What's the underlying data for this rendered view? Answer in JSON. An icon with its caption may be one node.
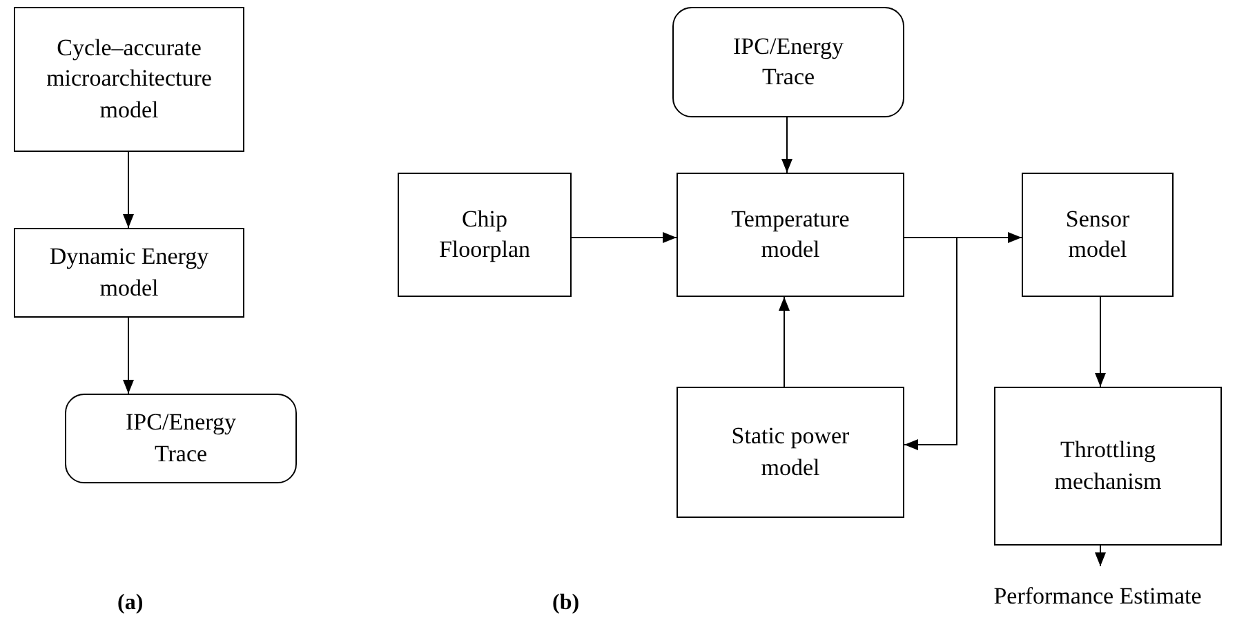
{
  "diagram": {
    "nodes": [
      {
        "text": [
          "Cycle–accurate microarchitecture model"
        ]
      },
      {
        "text": [
          "Dynamic Energy model"
        ]
      },
      {
        "text": [
          "IPC/Energy Trace"
        ]
      },
      {
        "text": [
          "IPC/Energy Trace"
        ]
      },
      {
        "text": [
          "Chip Floorplan"
        ]
      },
      {
        "text": [
          "Temperature model"
        ]
      },
      {
        "text": [
          "Sensor model"
        ]
      },
      {
        "text": [
          "Static power model"
        ]
      },
      {
        "text": [
          "Throttling mechanism"
        ]
      },
      {
        "text": [
          "Performance Estimate"
        ]
      }
    ],
    "edges": [
      {
        "from": 0,
        "to": 1,
        "arrow": "to"
      },
      {
        "from": 1,
        "to": 2,
        "arrow": "to"
      },
      {
        "from": 3,
        "to": 5,
        "arrow": "to"
      },
      {
        "from": 4,
        "to": 5,
        "arrow": "to"
      },
      {
        "from": 5,
        "to": 6,
        "arrow": "to"
      },
      {
        "from": 5,
        "to": 7,
        "arrow": "to"
      },
      {
        "from": 7,
        "to": 5,
        "arrow": "to"
      },
      {
        "from": 6,
        "to": 8,
        "arrow": "to"
      },
      {
        "from": 8,
        "to": 9,
        "arrow": "to"
      }
    ],
    "labels": [
      "(a)",
      "(b)"
    ]
  }
}
